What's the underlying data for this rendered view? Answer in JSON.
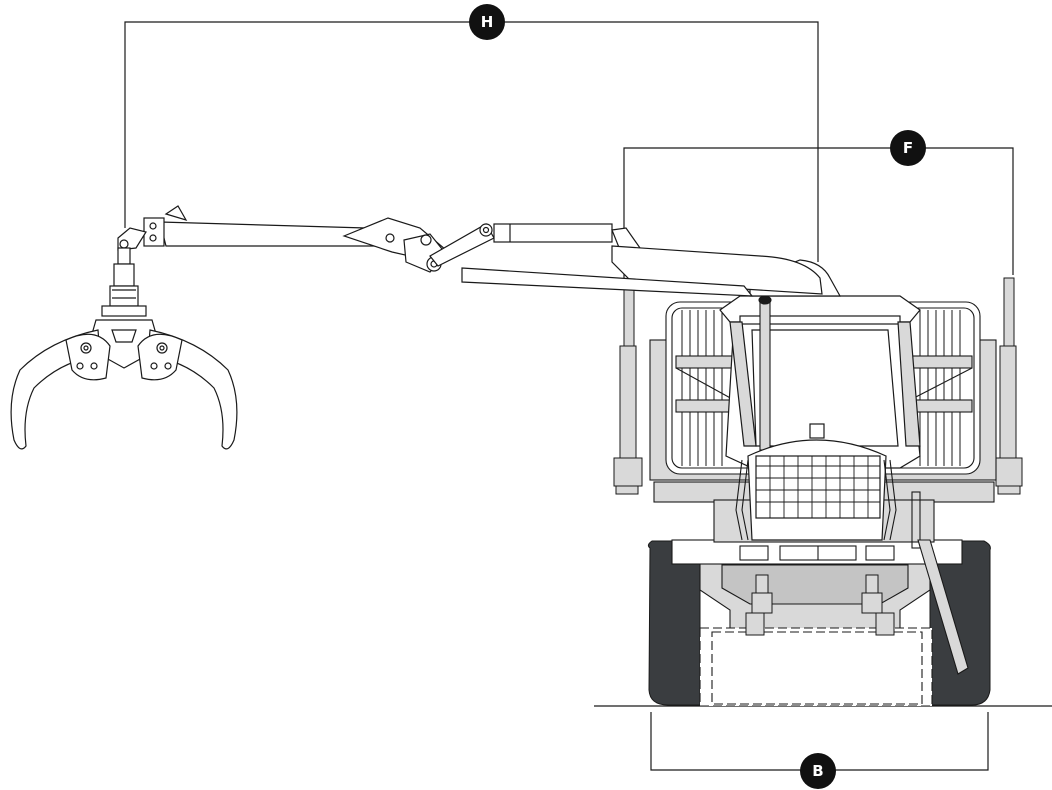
{
  "markers": {
    "reach": "H",
    "bunk_width": "F",
    "track_width": "B"
  },
  "colors": {
    "line": "#1a1a1a",
    "body_gray": "#d9d9d9",
    "dark_gray": "#b3b3b3",
    "tire": "#3a3d40",
    "marker_fill": "#111111"
  }
}
